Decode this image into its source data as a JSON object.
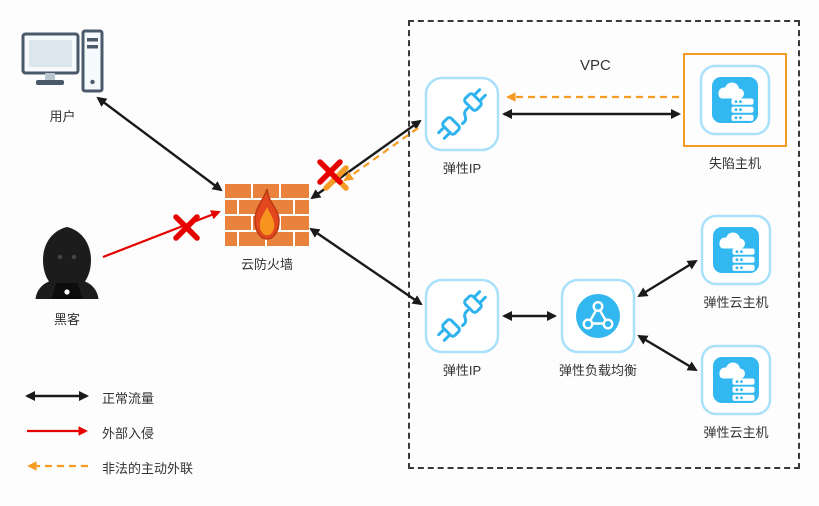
{
  "vpc": {
    "label": "VPC"
  },
  "nodes": {
    "user": {
      "label": "用户",
      "icon": "desktop-computer-icon"
    },
    "hacker": {
      "label": "黑客",
      "icon": "hacker-hood-icon"
    },
    "firewall": {
      "label": "云防火墙",
      "icon": "firewall-brick-flame-icon"
    },
    "eip_top": {
      "label": "弹性IP",
      "icon": "elastic-ip-plug-icon"
    },
    "compromised_host": {
      "label": "失陷主机",
      "icon": "cloud-server-icon",
      "highlight_border": "#f59a23"
    },
    "eip_bottom": {
      "label": "弹性IP",
      "icon": "elastic-ip-plug-icon"
    },
    "elb": {
      "label": "弹性负载均衡",
      "icon": "load-balancer-icon"
    },
    "ecs_top": {
      "label": "弹性云主机",
      "icon": "cloud-server-icon"
    },
    "ecs_bottom": {
      "label": "弹性云主机",
      "icon": "cloud-server-icon"
    }
  },
  "legend": {
    "normal": {
      "label": "正常流量",
      "color": "#1a1a1a",
      "style": "solid-double-arrow"
    },
    "intrusion": {
      "label": "外部入侵",
      "color": "#e60000",
      "style": "solid-arrow"
    },
    "outbound": {
      "label": "非法的主动外联",
      "color": "#f59a23",
      "style": "dashed-arrow"
    }
  },
  "colors": {
    "normal_flow": "#1a1a1a",
    "intrusion": "#e60000",
    "outbound": "#f59a23",
    "icon_blue": "#33b7f0",
    "icon_border": "#a9e1fb",
    "brick_orange": "#e8823c",
    "flame_red": "#e2471d",
    "flame_orange": "#f7941e",
    "blocked_x": "#e60000",
    "vpc_border": "#3a3a3a",
    "label_text": "#333333"
  }
}
